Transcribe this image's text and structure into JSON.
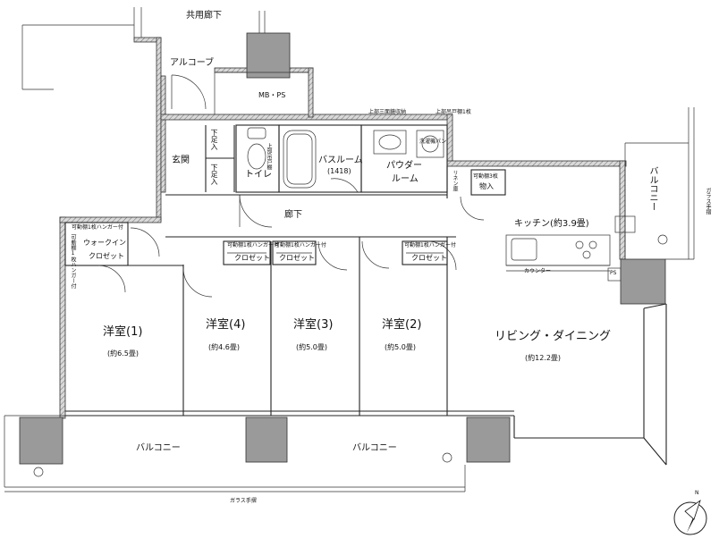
{
  "corridor": {
    "common": "共用廊下",
    "alcove": "アルコーブ",
    "mbps": "MB・PS"
  },
  "entry": {
    "genkan": "玄関",
    "shoe1": "下足入",
    "shoe2": "下足入"
  },
  "wet": {
    "toilet": "トイレ",
    "toilet_shelf": "上部吊戸棚",
    "bath": "バスルーム",
    "bath_size": "(1418)",
    "powder_line1": "パウダー",
    "powder_line2": "ルーム",
    "powder_note": "上部三面鏡収納",
    "laundry_note": "上部吊戸棚1枚",
    "laundry": "洗濯機パン",
    "linen": "リネン庫",
    "storage_note": "可動棚3枚",
    "storage": "物入"
  },
  "hall": {
    "label": "廊下"
  },
  "rooms": {
    "r1": {
      "name": "洋室(1)",
      "size": "(約6.5畳)"
    },
    "r4": {
      "name": "洋室(4)",
      "size": "(約4.6畳)"
    },
    "r3": {
      "name": "洋室(3)",
      "size": "(約5.0畳)"
    },
    "r2": {
      "name": "洋室(2)",
      "size": "(約5.0畳)"
    },
    "ldk": {
      "name": "リビング・ダイニング",
      "size": "(約12.2畳)"
    },
    "kitchen": "キッチン(約3.9畳)",
    "counter": "カウンター",
    "ps": "PS"
  },
  "closets": {
    "walkin_note": "可動棚1枚ハンガー付",
    "walkin_label": "ウォークイン",
    "walkin_label2": "クロゼット",
    "walkin_side": "可動棚1枚ハンガー付",
    "c4_note": "可動棚1枚ハンガー付",
    "c4_label": "クロゼット",
    "c3_note": "可動棚1枚ハンガー付",
    "c3_label": "クロゼット",
    "c2_note": "可動棚1枚ハンガー付",
    "c2_label": "クロゼット"
  },
  "outdoor": {
    "balcony_left": "バルコニー",
    "balcony_right": "バルコニー",
    "balcony_side": "バルコニー",
    "glass_rail_bottom": "ガラス手摺",
    "glass_rail_side": "ガラス手摺"
  },
  "compass": {
    "north": "N"
  }
}
